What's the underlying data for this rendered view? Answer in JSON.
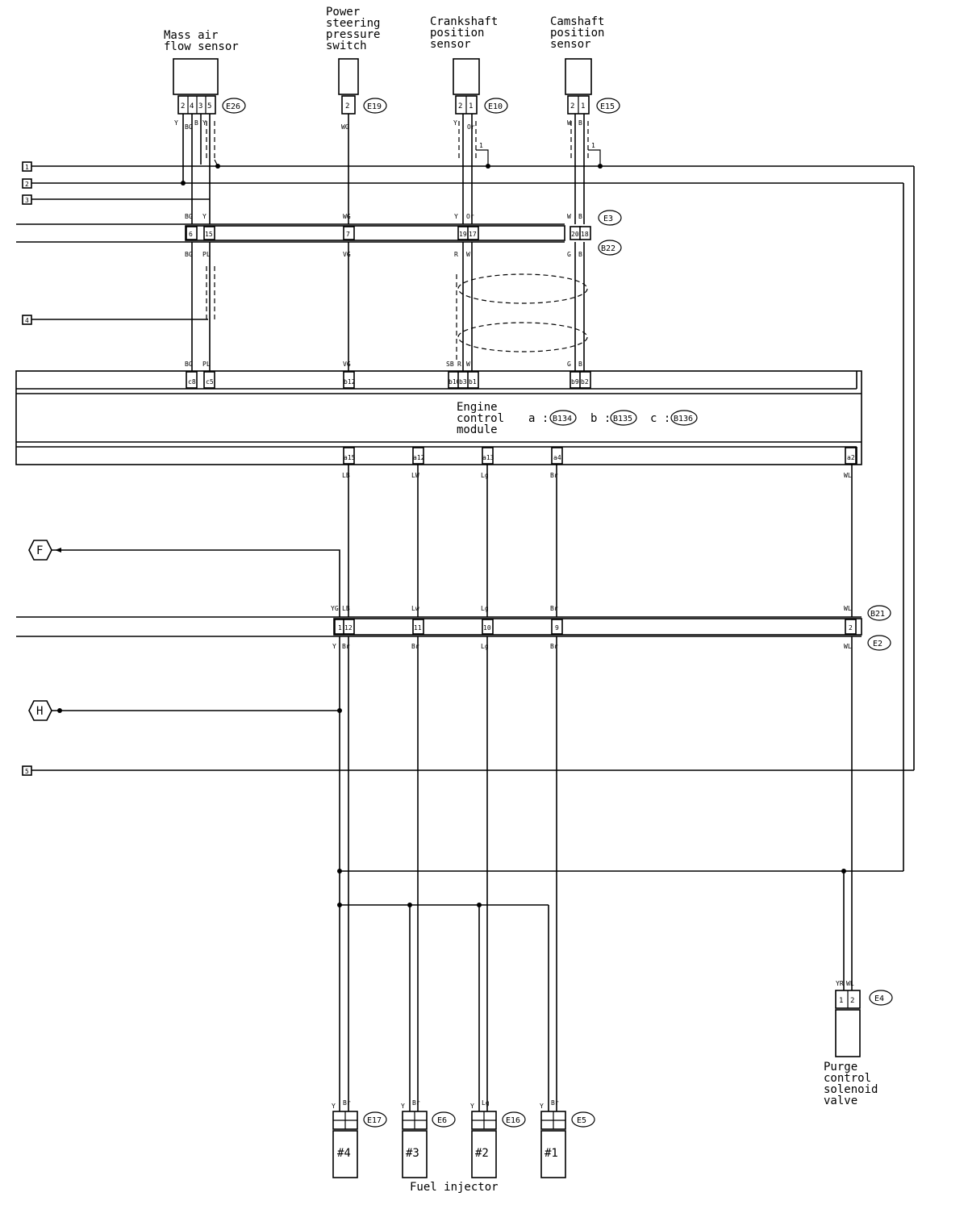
{
  "components": {
    "maf": {
      "label": [
        "Mass air",
        "flow sensor"
      ],
      "connector": "E26",
      "pins": [
        "2",
        "4",
        "3",
        "5"
      ],
      "wires": [
        "Y",
        "BG",
        "B",
        "Y"
      ]
    },
    "ps": {
      "label": [
        "Power",
        "steering",
        "pressure",
        "switch"
      ],
      "connector": "E19",
      "pins": [
        "2"
      ],
      "wires": [
        "WG"
      ]
    },
    "crank": {
      "label": [
        "Crankshaft",
        "position",
        "sensor"
      ],
      "connector": "E10",
      "pins": [
        "2",
        "1"
      ],
      "wires": [
        "Y",
        "Or"
      ],
      "shield": "1"
    },
    "cam": {
      "label": [
        "Camshaft",
        "position",
        "sensor"
      ],
      "connector": "E15",
      "pins": [
        "2",
        "1"
      ],
      "wires": [
        "W",
        "B"
      ],
      "shield": "1"
    },
    "ecm": {
      "label": [
        "Engine",
        "control",
        "module"
      ],
      "a": "B134",
      "b": "B135",
      "c": "B136",
      "a_prefix": "a :",
      "b_prefix": "b :",
      "c_prefix": "c :"
    },
    "purge": {
      "label": [
        "Purge",
        "control",
        "solenoid",
        "valve"
      ],
      "connector": "E4",
      "pins": [
        "1",
        "2"
      ],
      "wires": [
        "YR",
        "WL"
      ]
    },
    "injectors": {
      "title": "Fuel injector",
      "items": [
        {
          "name": "#4",
          "connector": "E17",
          "wires": [
            "Y",
            "Br"
          ]
        },
        {
          "name": "#3",
          "connector": "E6",
          "wires": [
            "Y",
            "Br"
          ]
        },
        {
          "name": "#2",
          "connector": "E16",
          "wires": [
            "Y",
            "Lg"
          ]
        },
        {
          "name": "#1",
          "connector": "E5",
          "wires": [
            "Y",
            "Br"
          ]
        }
      ]
    }
  },
  "connectors": {
    "e3": "E3",
    "b22": "B22",
    "b21": "B21",
    "e2": "E2"
  },
  "terminals": {
    "t1": "1",
    "t2": "2",
    "t3": "3",
    "t4": "4",
    "t5": "5",
    "f": "F",
    "h": "H"
  },
  "row_e3": {
    "wires": [
      "BG",
      "Y",
      "WG",
      "Y",
      "Or",
      "W",
      "B"
    ],
    "pins": [
      "6",
      "15",
      "7",
      "19",
      "17",
      "20",
      "18"
    ]
  },
  "row_b22": {
    "wires": [
      "BG",
      "PL",
      "VG",
      "R",
      "W",
      "G",
      "B"
    ]
  },
  "row_ecm_top": {
    "wires": [
      "BG",
      "PL",
      "VG",
      "SB",
      "R",
      "W",
      "G",
      "B"
    ],
    "pins": [
      "c8",
      "c5",
      "b12",
      "b10",
      "b3",
      "b1",
      "b9",
      "b2"
    ]
  },
  "row_ecm_bot": {
    "wires": [
      "LB",
      "LW",
      "Lg",
      "Br",
      "WL"
    ],
    "pins": [
      "a15",
      "a12",
      "a13",
      "a4",
      "a2"
    ]
  },
  "row_b21": {
    "wires": [
      "YG",
      "LB",
      "Lw",
      "Lg",
      "Br",
      "WL"
    ],
    "pins": [
      "1",
      "12",
      "11",
      "10",
      "9",
      "2"
    ]
  },
  "row_e2": {
    "wires": [
      "Y",
      "Br",
      "Br",
      "Lg",
      "Br",
      "WL"
    ]
  }
}
